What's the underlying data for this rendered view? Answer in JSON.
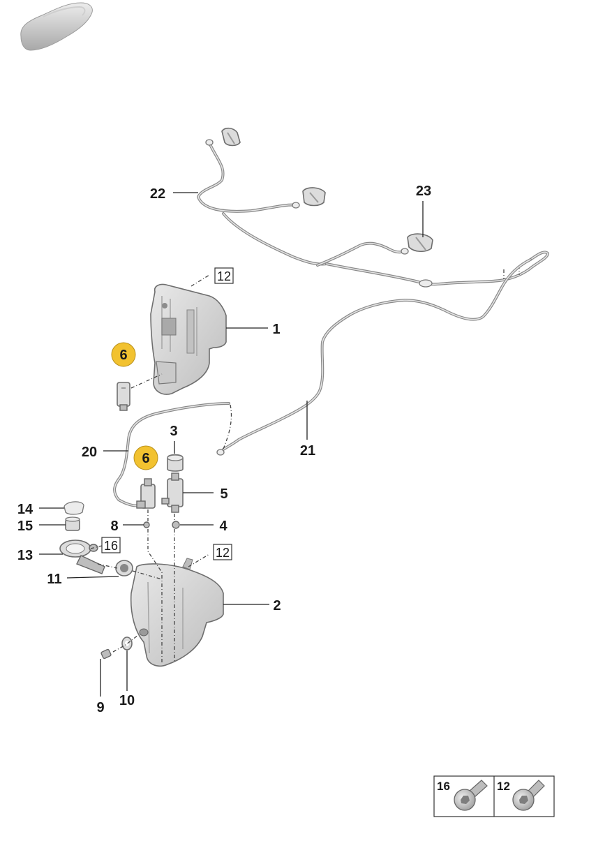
{
  "diagram": {
    "callouts": {
      "c1": "1",
      "c2": "2",
      "c3": "3",
      "c4": "4",
      "c5": "5",
      "c6a": "6",
      "c6b": "6",
      "c8": "8",
      "c9": "9",
      "c10": "10",
      "c11": "11",
      "c13": "13",
      "c14": "14",
      "c15": "15",
      "c20": "20",
      "c21": "21",
      "c22": "22",
      "c23": "23"
    },
    "boxed_refs": {
      "b12_top": "12",
      "b12_bottom": "12",
      "b16": "16"
    },
    "highlight_color": "#f2c230",
    "legend": {
      "cell_left": "16",
      "cell_right": "12"
    },
    "icons": {
      "vehicle": "car-silhouette-icon",
      "bolt": "bolt-icon"
    }
  }
}
